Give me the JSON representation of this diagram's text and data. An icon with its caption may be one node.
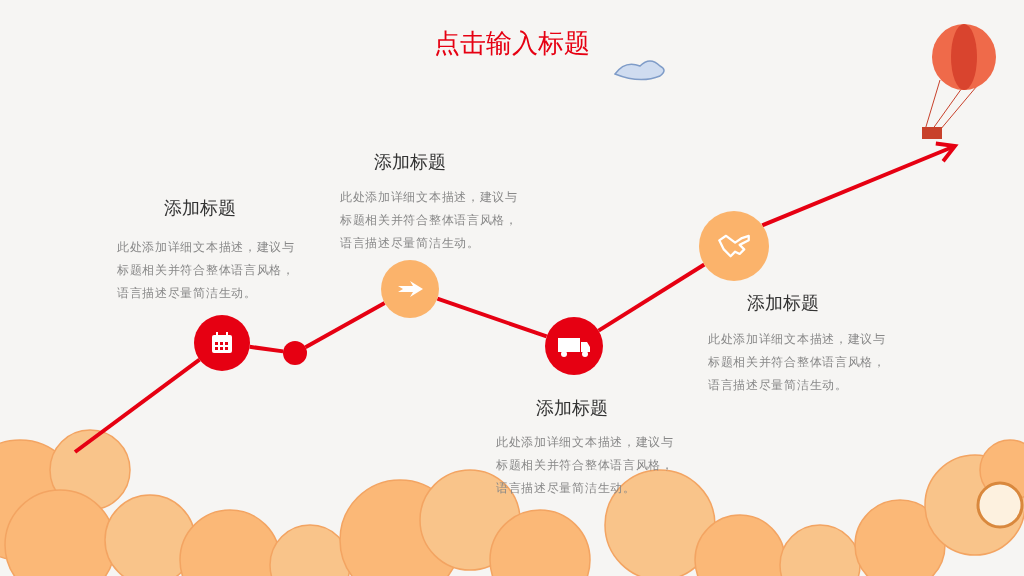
{
  "diagram": {
    "title": "点击输入标题",
    "nodes": [
      {
        "text": [],
        "shape": "circle",
        "beside": [
          "添加标题",
          "此处添加详细文本描述，建议与标题相关并符合整体语言风格，语言描述尽量简洁生动。"
        ]
      },
      {
        "text": [],
        "shape": "circle"
      },
      {
        "text": [],
        "shape": "circle",
        "beside": [
          "添加标题",
          "此处添加详细文本描述，建议与标题相关并符合整体语言风格，语言描述尽量简洁生动。"
        ]
      },
      {
        "text": [],
        "shape": "circle",
        "beside": [
          "添加标题",
          "此处添加详细文本描述，建议与标题相关并符合整体语言风格，语言描述尽量简洁生动。"
        ]
      },
      {
        "text": [],
        "shape": "circle",
        "beside": [
          "添加标题",
          "此处添加详细文本描述，建议与标题相关并符合整体语言风格，语言描述尽量简洁生动。"
        ]
      },
      {
        "text": [],
        "shape": "picture"
      }
    ],
    "edges": [
      {
        "from": null,
        "to": 0,
        "arrow": "none"
      },
      {
        "from": 0,
        "to": 1,
        "arrow": "none"
      },
      {
        "from": 1,
        "to": 2,
        "arrow": "none"
      },
      {
        "from": 2,
        "to": 3,
        "arrow": "none"
      },
      {
        "from": 3,
        "to": 4,
        "arrow": "none"
      },
      {
        "from": 4,
        "to": 5,
        "arrow": "to"
      }
    ]
  }
}
